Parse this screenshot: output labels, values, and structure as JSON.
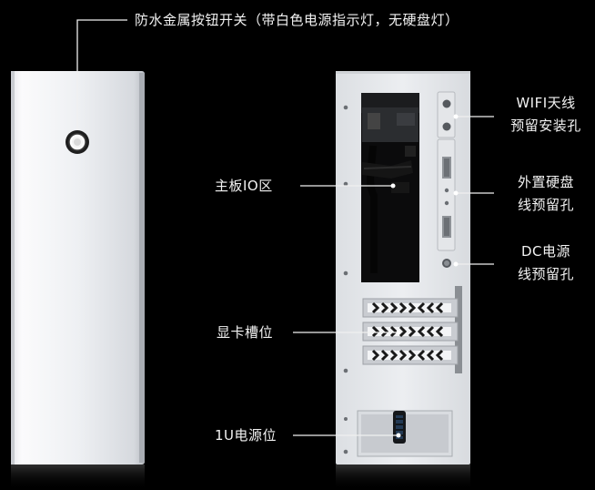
{
  "labels": {
    "power_button": "防水金属按钮开关（带白色电源指示灯，无硬盘灯）",
    "wifi": [
      "WIFI天线",
      "预留安装孔"
    ],
    "motherboard_io": "主板IO区",
    "external_hdd": [
      "外置硬盘",
      "线预留孔"
    ],
    "dc_power": [
      "DC电源",
      "线预留孔"
    ],
    "gpu_slot": "显卡槽位",
    "psu": "1U电源位"
  }
}
